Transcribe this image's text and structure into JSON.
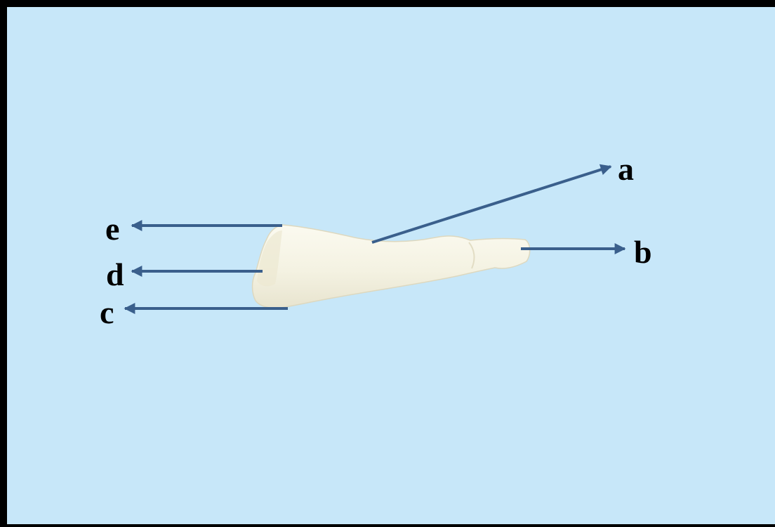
{
  "labels": {
    "a": "a",
    "b": "b",
    "c": "c",
    "d": "d",
    "e": "e"
  },
  "colors": {
    "background": "#c7e7f9",
    "frame": "#000000",
    "leader_line": "#3a5f8c",
    "bone": "#f6f4e6",
    "label_text": "#000000"
  }
}
